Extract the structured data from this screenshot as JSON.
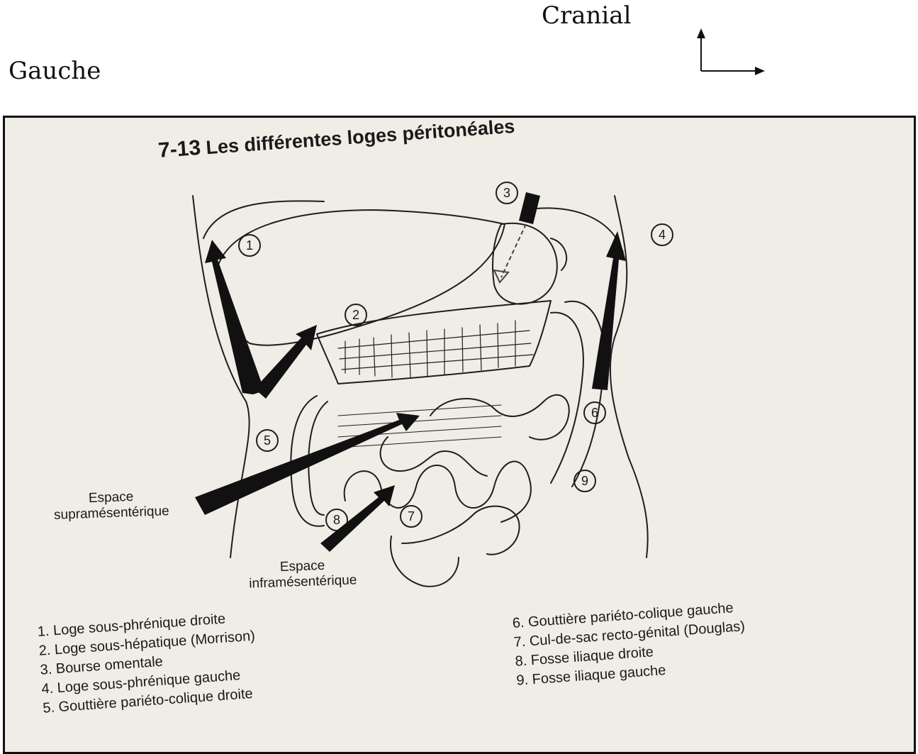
{
  "orientation": {
    "cranial_label": "Cranial",
    "left_label": "Gauche"
  },
  "plate": {
    "figure_number": "7-13",
    "title": "Les différentes loges péritonéales",
    "callouts": {
      "supramesenteric": [
        "Espace",
        "supramésentérique"
      ],
      "inframesenteric": [
        "Espace",
        "inframésentérique"
      ]
    },
    "markers": [
      "1",
      "2",
      "3",
      "4",
      "5",
      "6",
      "7",
      "8",
      "9"
    ],
    "legend_left": [
      "1. Loge sous-phrénique droite",
      "2. Loge sous-hépatique (Morrison)",
      "3. Bourse omentale",
      "4. Loge sous-phrénique gauche",
      "5. Gouttière pariéto-colique droite"
    ],
    "legend_right": [
      "6. Gouttière pariéto-colique gauche",
      "7. Cul-de-sac recto-génital (Douglas)",
      "8. Fosse iliaque droite",
      "9. Fosse iliaque gauche"
    ]
  }
}
